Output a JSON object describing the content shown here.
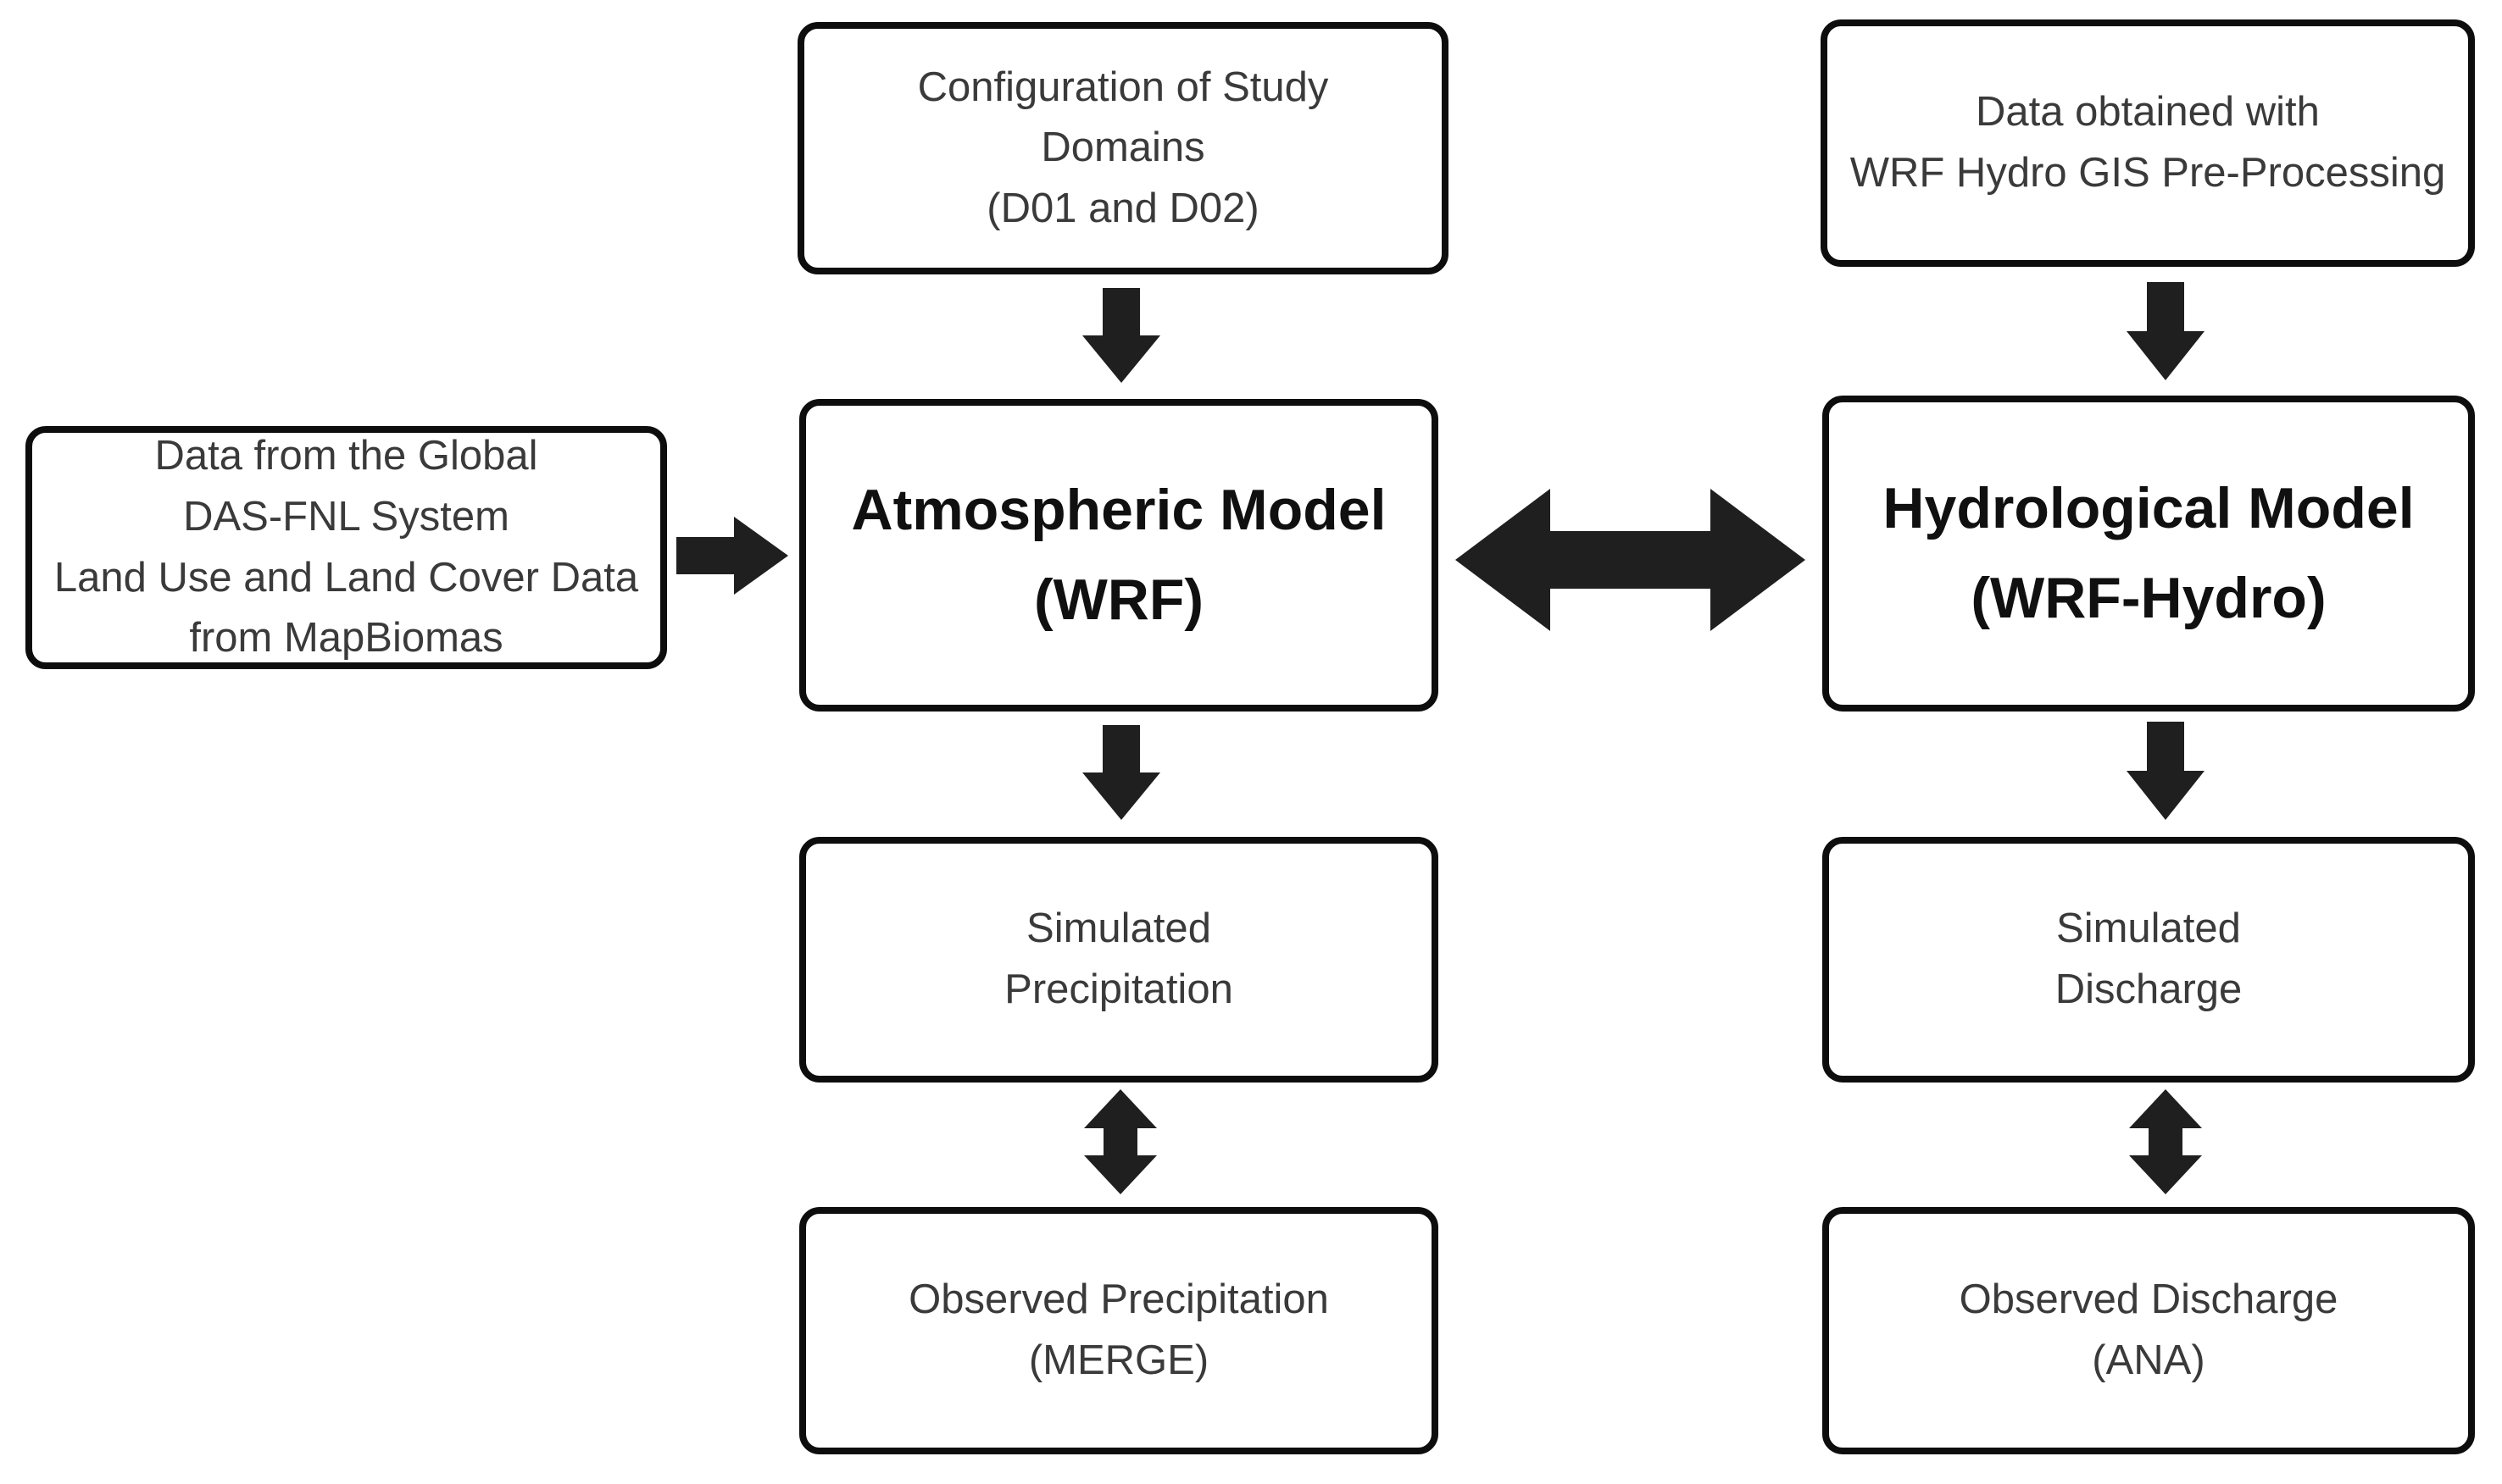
{
  "diagram": {
    "nodes": {
      "config_domains": {
        "text": "Configuration of Study\nDomains\n(D01 and D02)"
      },
      "gis_preprocessing": {
        "text": "Data obtained with\nWRF Hydro GIS Pre-Processing"
      },
      "global_data": {
        "text": "Data from the Global\nDAS-FNL System\nLand Use and Land Cover Data\nfrom MapBiomas"
      },
      "atmospheric_model": {
        "text": "Atmospheric Model\n(WRF)"
      },
      "hydrological_model": {
        "text": "Hydrological Model\n(WRF-Hydro)"
      },
      "simulated_precipitation": {
        "text": "Simulated\nPrecipitation"
      },
      "simulated_discharge": {
        "text": "Simulated\nDischarge"
      },
      "observed_precipitation": {
        "text": "Observed Precipitation\n(MERGE)"
      },
      "observed_discharge": {
        "text": "Observed Discharge\n(ANA)"
      }
    },
    "connections": [
      {
        "from": "config_domains",
        "to": "atmospheric_model",
        "type": "down",
        "icon": "arrow-down-icon"
      },
      {
        "from": "gis_preprocessing",
        "to": "hydrological_model",
        "type": "down",
        "icon": "arrow-down-icon"
      },
      {
        "from": "global_data",
        "to": "atmospheric_model",
        "type": "right",
        "icon": "arrow-right-icon"
      },
      {
        "from": "atmospheric_model",
        "to": "hydrological_model",
        "type": "bidirectional-horizontal",
        "icon": "arrow-double-horizontal-icon"
      },
      {
        "from": "atmospheric_model",
        "to": "simulated_precipitation",
        "type": "down",
        "icon": "arrow-down-icon"
      },
      {
        "from": "hydrological_model",
        "to": "simulated_discharge",
        "type": "down",
        "icon": "arrow-down-icon"
      },
      {
        "from": "simulated_precipitation",
        "to": "observed_precipitation",
        "type": "bidirectional-vertical",
        "icon": "arrow-double-vertical-icon"
      },
      {
        "from": "simulated_discharge",
        "to": "observed_discharge",
        "type": "bidirectional-vertical",
        "icon": "arrow-double-vertical-icon"
      }
    ],
    "colors": {
      "background": "#ffffff",
      "box_fill": "#ffffff",
      "box_border": "#0d0d0d",
      "body_text": "#3a3a3a",
      "heading_text": "#101010",
      "arrow": "#1f1f1f"
    }
  }
}
